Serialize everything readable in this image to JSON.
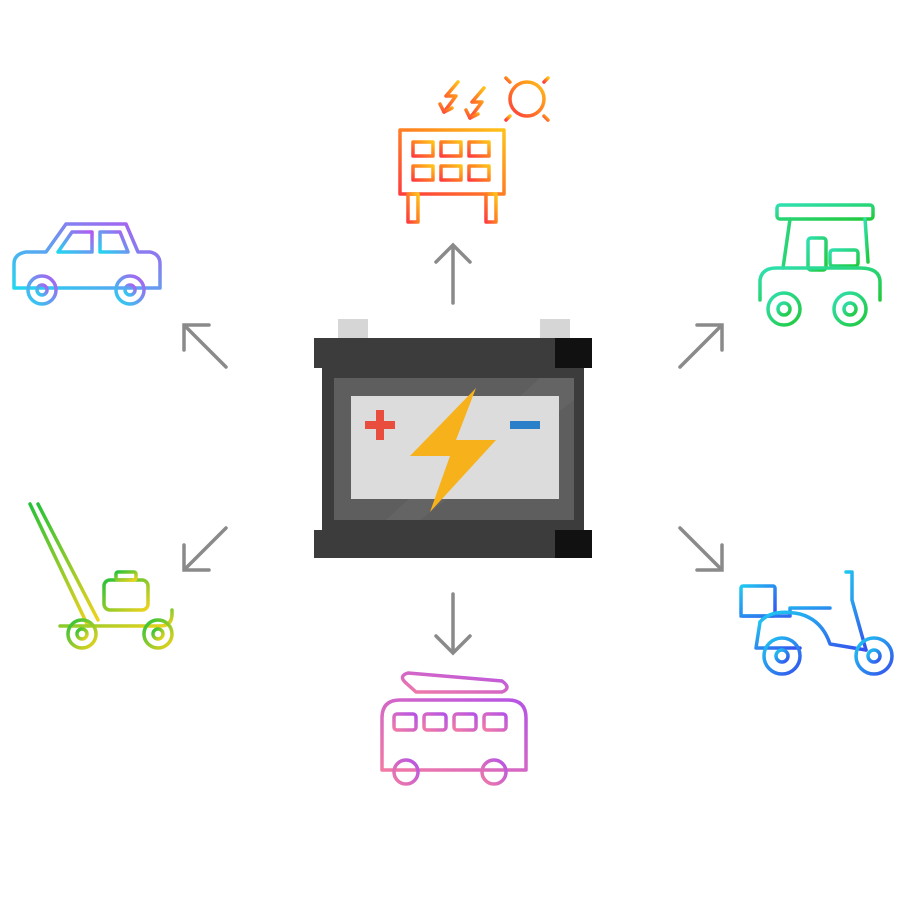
{
  "diagram": {
    "center": {
      "icon": "car-battery-icon"
    },
    "targets": [
      {
        "icon": "solar-panel-icon",
        "direction": "up"
      },
      {
        "icon": "golf-cart-icon",
        "direction": "up-right"
      },
      {
        "icon": "scooter-icon",
        "direction": "down-right"
      },
      {
        "icon": "camper-van-icon",
        "direction": "down"
      },
      {
        "icon": "lawn-mower-icon",
        "direction": "down-left"
      },
      {
        "icon": "car-icon",
        "direction": "up-left"
      }
    ],
    "connector": "arrow-icon"
  },
  "colors": {
    "arrow": "#8a8a8a",
    "battery_body": "#3c3c3c",
    "battery_panel": "#5e5e5e",
    "battery_label": "#dcdcdc",
    "plus": "#e84d3d",
    "minus": "#2a80c8",
    "bolt": "#f6b11b",
    "terminal_cap": "#111111",
    "terminal_post": "#d6d6d6"
  }
}
